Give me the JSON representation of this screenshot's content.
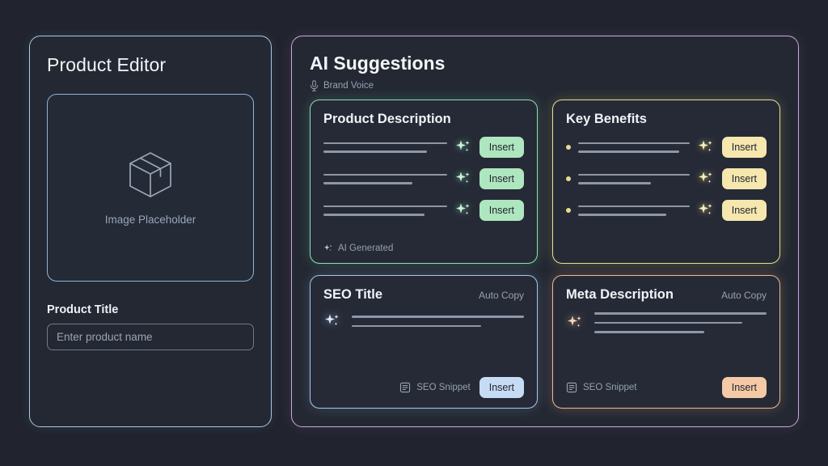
{
  "colors": {
    "background": "#21242e",
    "panel_bg": "#242833",
    "left_border": "#a8c8e8",
    "right_border": "#c9a8e0",
    "green": "#8fe0b0",
    "yellow": "#e8e08a",
    "blue": "#a6c8ec",
    "orange": "#efb98f",
    "line": "#8d97a8",
    "muted_text": "#97a1b2"
  },
  "left_panel": {
    "title": "Product Editor",
    "image_placeholder": {
      "icon": "box-icon",
      "label": "Image Placeholder"
    },
    "product_title_label": "Product Title",
    "product_title_value": "",
    "product_title_placeholder": "Enter product name"
  },
  "right_panel": {
    "title": "AI Suggestions",
    "brand_voice": {
      "icon": "microphone-icon",
      "label": "Brand Voice"
    },
    "cards": [
      {
        "id": "product-description",
        "title": "Product Description",
        "accent": "green",
        "rows": [
          {
            "insert_label": "Insert",
            "icon": "sparkle-icon",
            "line_widths": [
              100,
              84
            ]
          },
          {
            "insert_label": "Insert",
            "icon": "sparkle-icon",
            "line_widths": [
              100,
              72
            ]
          },
          {
            "insert_label": "Insert",
            "icon": "sparkle-icon",
            "line_widths": [
              100,
              82
            ]
          }
        ],
        "footer": {
          "icon": "sparkle-icon",
          "label": "AI Generated"
        }
      },
      {
        "id": "key-benefits",
        "title": "Key Benefits",
        "accent": "yellow",
        "bulleted": true,
        "rows": [
          {
            "insert_label": "Insert",
            "icon": "sparkle-icon",
            "line_widths": [
              100,
              91
            ]
          },
          {
            "insert_label": "Insert",
            "icon": "sparkle-icon",
            "line_widths": [
              100,
              65
            ]
          },
          {
            "insert_label": "Insert",
            "icon": "sparkle-icon",
            "line_widths": [
              100,
              79
            ]
          }
        ]
      },
      {
        "id": "seo-title",
        "title": "SEO Title",
        "accent": "blue",
        "aux_label": "Auto Copy",
        "content": {
          "icon": "sparkle-icon",
          "line_widths": [
            100,
            75
          ]
        },
        "footer": {
          "icon": "seo-snippet-icon",
          "label": "SEO Snippet",
          "insert_label": "Insert"
        }
      },
      {
        "id": "meta-description",
        "title": "Meta Description",
        "accent": "orange",
        "aux_label": "Auto Copy",
        "content": {
          "icon": "sparkle-icon",
          "line_widths": [
            100,
            86,
            64
          ]
        },
        "footer": {
          "icon": "seo-snippet-icon",
          "label": "SEO Snippet",
          "insert_label": "Insert"
        }
      }
    ]
  }
}
